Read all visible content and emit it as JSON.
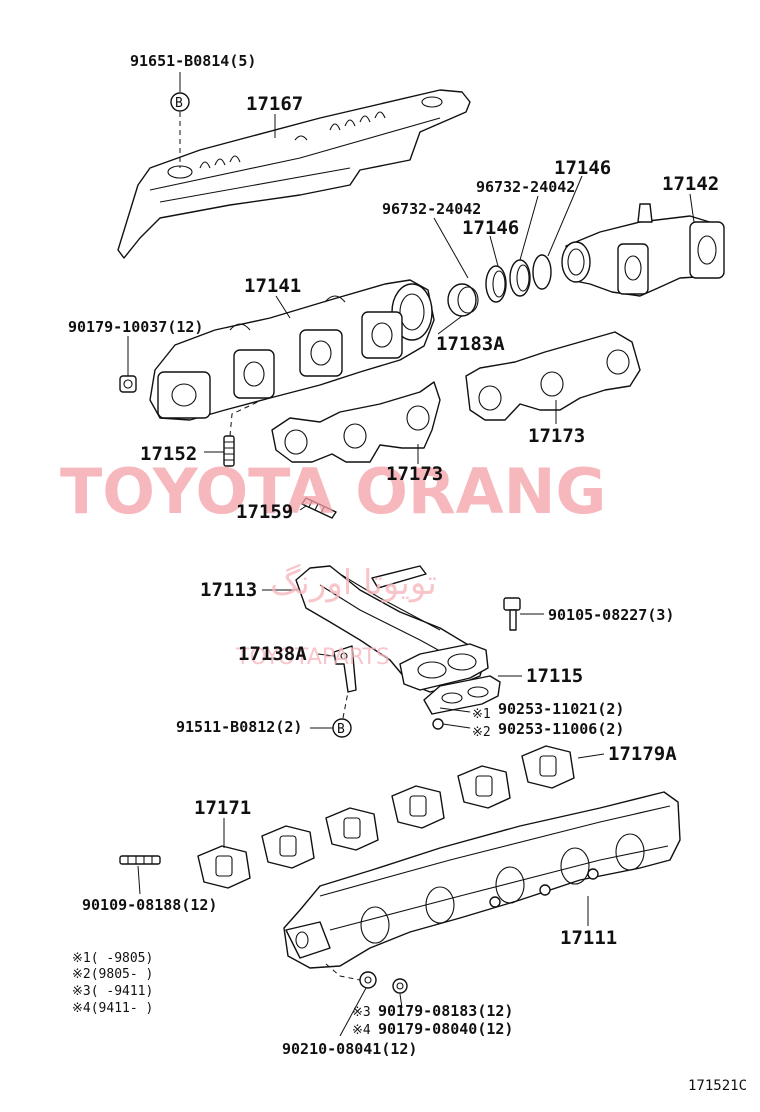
{
  "watermark": {
    "main": "TOYOTA ORANG",
    "arabic": "تویوتا اورنگ",
    "sub": "TOYOTAPARTS"
  },
  "parts": {
    "p91651": "91651-B0814(5)",
    "p17167": "17167",
    "p17146a": "17146",
    "p96732a": "96732-24042",
    "p17142": "17142",
    "p96732b": "96732-24042",
    "p17146b": "17146",
    "p17141": "17141",
    "p90179_10037": "90179-10037(12)",
    "p17183A": "17183A",
    "p17173a": "17173",
    "p17152": "17152",
    "p17173b": "17173",
    "p17159": "17159",
    "p17113": "17113",
    "p90105": "90105-08227(3)",
    "p17138A": "17138A",
    "p17115": "17115",
    "p90253a": "90253-11021(2)",
    "p90253b": "90253-11006(2)",
    "p91511": "91511-B0812(2)",
    "p17179A": "17179A",
    "p17171": "17171",
    "p90109": "90109-08188(12)",
    "p17111": "17111",
    "p90179_08183": "90179-08183(12)",
    "p90179_08040": "90179-08040(12)",
    "p90210": "90210-08041(12)"
  },
  "markers": {
    "b": "B",
    "n1": "※1",
    "n2": "※2",
    "n3": "※3",
    "n4": "※4"
  },
  "notes": [
    "※1(     -9805)",
    "※2(9805-     )",
    "※3(     -9411)",
    "※4(9411-     )"
  ],
  "diagram_code": "171521C"
}
